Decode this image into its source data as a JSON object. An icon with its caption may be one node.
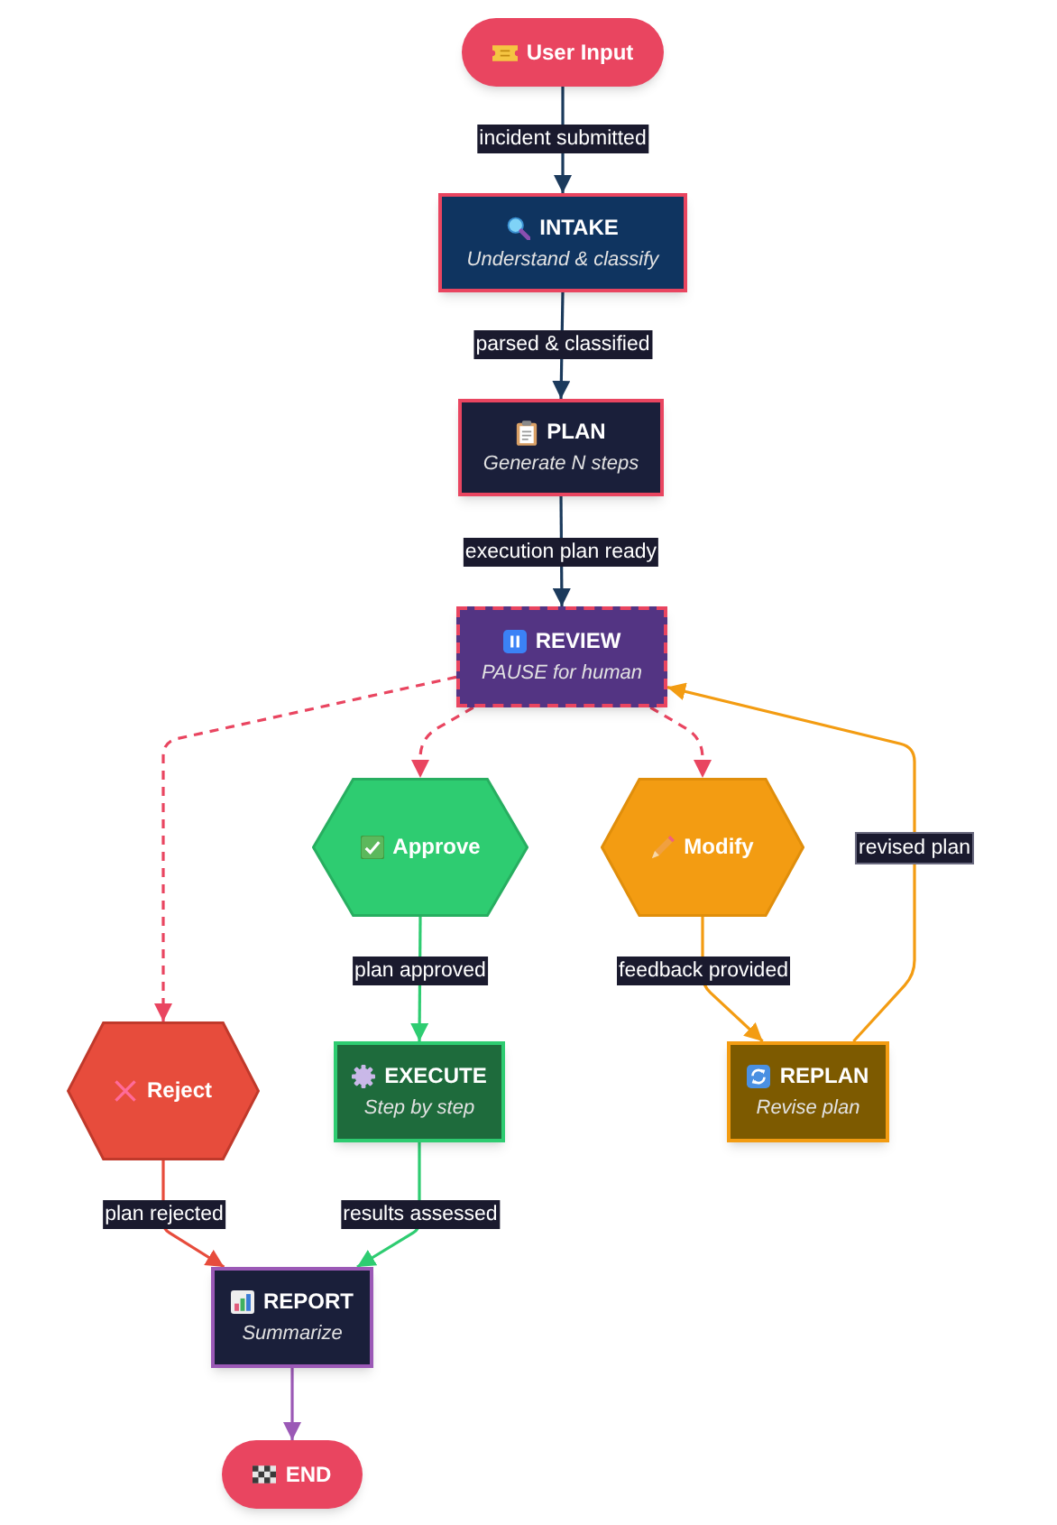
{
  "diagram": {
    "nodes": [
      {
        "text": [
          "User Input"
        ]
      },
      {
        "text": [
          "INTAKE",
          "Understand & classify"
        ]
      },
      {
        "text": [
          "PLAN",
          "Generate N steps"
        ]
      },
      {
        "text": [
          "REVIEW",
          "PAUSE for human"
        ]
      },
      {
        "text": [
          "Approve"
        ]
      },
      {
        "text": [
          "Modify"
        ]
      },
      {
        "text": [
          "Reject"
        ]
      },
      {
        "text": [
          "EXECUTE",
          "Step by step"
        ]
      },
      {
        "text": [
          "REPLAN",
          "Revise plan"
        ]
      },
      {
        "text": [
          "REPORT",
          "Summarize"
        ]
      },
      {
        "text": [
          "END"
        ]
      }
    ],
    "edges": [
      {
        "from": 0,
        "to": 1,
        "arrow": "to",
        "label": "incident submitted",
        "color": "#1b3a5c"
      },
      {
        "from": 1,
        "to": 2,
        "arrow": "to",
        "label": "parsed & classified",
        "color": "#1b3a5c"
      },
      {
        "from": 2,
        "to": 3,
        "arrow": "to",
        "label": "execution plan ready",
        "color": "#1b3a5c"
      },
      {
        "from": 3,
        "to": 6,
        "arrow": "to",
        "style": "dashed",
        "color": "#e94560"
      },
      {
        "from": 3,
        "to": 4,
        "arrow": "to",
        "style": "dashed",
        "color": "#e94560"
      },
      {
        "from": 3,
        "to": 5,
        "arrow": "to",
        "style": "dashed",
        "color": "#e94560"
      },
      {
        "from": 4,
        "to": 7,
        "arrow": "to",
        "label": "plan approved",
        "color": "#2ecc71"
      },
      {
        "from": 5,
        "to": 8,
        "arrow": "to",
        "label": "feedback provided",
        "color": "#f39c12"
      },
      {
        "from": 8,
        "to": 3,
        "arrow": "to",
        "label": "revised plan",
        "color": "#f39c12"
      },
      {
        "from": 6,
        "to": 9,
        "arrow": "to",
        "label": "plan rejected",
        "color": "#e74c3c"
      },
      {
        "from": 7,
        "to": 9,
        "arrow": "to",
        "label": "results assessed",
        "color": "#2ecc71"
      },
      {
        "from": 9,
        "to": 10,
        "arrow": "to",
        "color": "#9b59b6"
      }
    ]
  }
}
